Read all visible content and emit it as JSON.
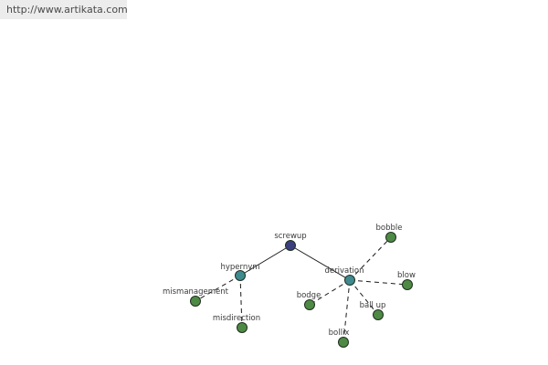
{
  "banner": {
    "url": "http://www.artikata.com"
  },
  "colors": {
    "root": "#3b3f7e",
    "relation": "#3f8a8e",
    "leaf": "#4e8a45",
    "edge": "#1a1a1a"
  },
  "graph": {
    "nodes": [
      {
        "id": "screwup",
        "label": "screwup",
        "kind": "root"
      },
      {
        "id": "hypernym",
        "label": "hypernym",
        "kind": "relation"
      },
      {
        "id": "derivation",
        "label": "derivation",
        "kind": "relation"
      },
      {
        "id": "mismanagement",
        "label": "mismanagement",
        "kind": "leaf"
      },
      {
        "id": "misdirection",
        "label": "misdirection",
        "kind": "leaf"
      },
      {
        "id": "bobble",
        "label": "bobble",
        "kind": "leaf"
      },
      {
        "id": "blow",
        "label": "blow",
        "kind": "leaf"
      },
      {
        "id": "bodge",
        "label": "bodge",
        "kind": "leaf"
      },
      {
        "id": "ball_up",
        "label": "ball up",
        "kind": "leaf"
      },
      {
        "id": "bollix",
        "label": "bollix",
        "kind": "leaf"
      }
    ],
    "edges": [
      {
        "from": "screwup",
        "to": "hypernym",
        "style": "solid"
      },
      {
        "from": "screwup",
        "to": "derivation",
        "style": "solid"
      },
      {
        "from": "hypernym",
        "to": "mismanagement",
        "style": "dashed"
      },
      {
        "from": "hypernym",
        "to": "misdirection",
        "style": "dashed"
      },
      {
        "from": "derivation",
        "to": "bobble",
        "style": "dashed"
      },
      {
        "from": "derivation",
        "to": "blow",
        "style": "dashed"
      },
      {
        "from": "derivation",
        "to": "bodge",
        "style": "dashed"
      },
      {
        "from": "derivation",
        "to": "ball_up",
        "style": "dashed"
      },
      {
        "from": "derivation",
        "to": "bollix",
        "style": "dashed"
      }
    ]
  }
}
